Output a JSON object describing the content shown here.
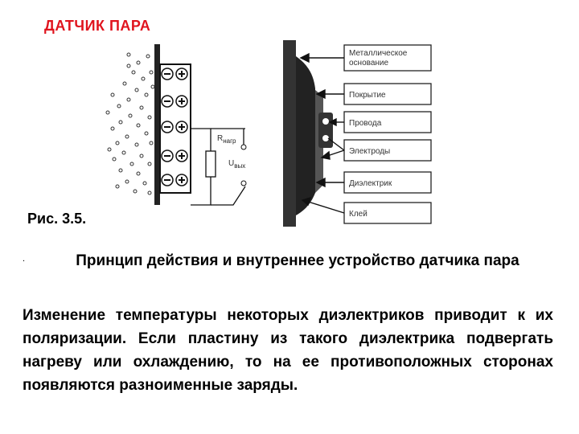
{
  "title": "ДАТЧИК ПАРА",
  "figure": {
    "left_diagram": {
      "resistor_label": "R",
      "resistor_sub": "нагр",
      "voltage_label": "U",
      "voltage_sub": "вых"
    },
    "right_labels": [
      "Металлическое основание",
      "Покрытие",
      "Провода",
      "Электроды",
      "Диэлектрик",
      "Клей"
    ]
  },
  "caption": {
    "number": "Рис. 3.5.",
    "dot": ".",
    "text": "Принцип действия и внутреннее устройство датчика пара"
  },
  "body": "Изменение температуры некоторых диэлектриков приводит к их поляризации. Если пластину из такого диэлектрика подвергать нагреву или охлаждению, то на ее противоположных сторонах появляются разноименные заряды.",
  "colors": {
    "title": "#e0141e",
    "text": "#000000"
  }
}
